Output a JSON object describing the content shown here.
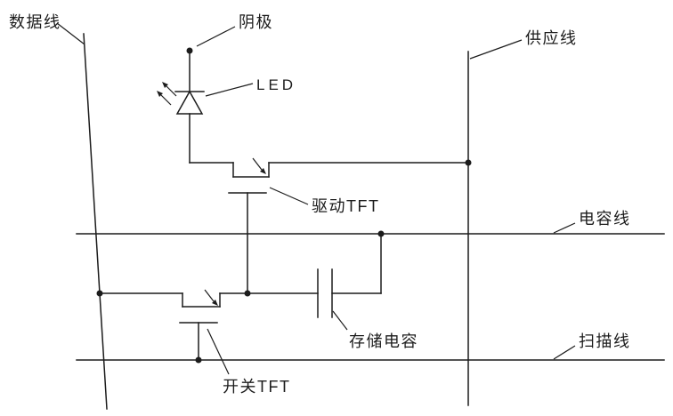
{
  "diagram": {
    "background": "#ffffff",
    "line_color": "#1c1c1c",
    "labels": {
      "data_line": "数据线",
      "cathode": "阴极",
      "supply_line": "供应线",
      "led": "LED",
      "drive_tft": "驱动TFT",
      "capacitor_line": "电容线",
      "storage_capacitor": "存储电容",
      "scan_line": "扫描线",
      "switch_tft": "开关TFT"
    }
  }
}
